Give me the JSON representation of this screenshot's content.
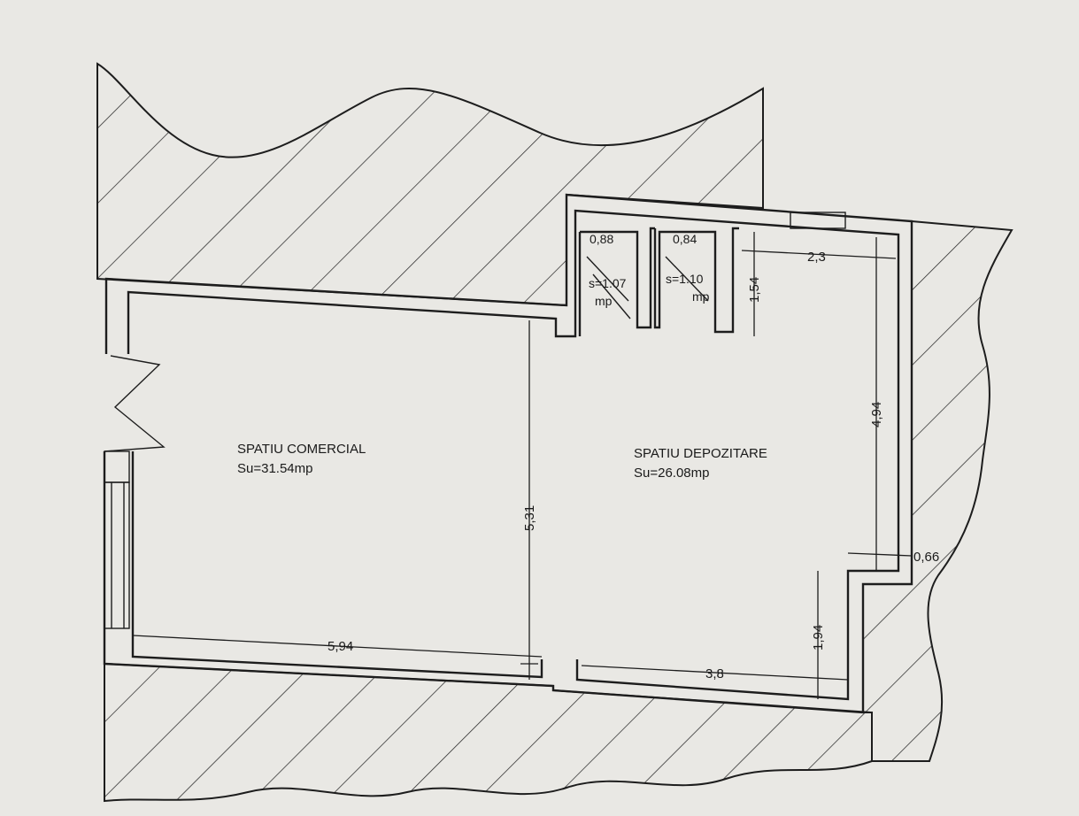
{
  "rooms": {
    "commercial": {
      "name": "SPATIU COMERCIAL",
      "area": "Su=31.54mp"
    },
    "storage": {
      "name": "SPATIU DEPOZITARE",
      "area": "Su=26.08mp"
    }
  },
  "small_rooms": [
    {
      "width": "0,88",
      "area": "s=1.07",
      "unit": "mp"
    },
    {
      "width": "0,84",
      "area": "s=1.10",
      "unit": "mp"
    }
  ],
  "dimensions": {
    "height_531": "5,31",
    "width_594": "5,94",
    "width_38": "3,8",
    "height_194": "1,94",
    "height_494": "4,94",
    "width_066": "0,66",
    "width_23": "2,3",
    "height_154": "1,54"
  },
  "colors": {
    "paper": "#e9e8e4",
    "ink": "#1d1d1d"
  }
}
